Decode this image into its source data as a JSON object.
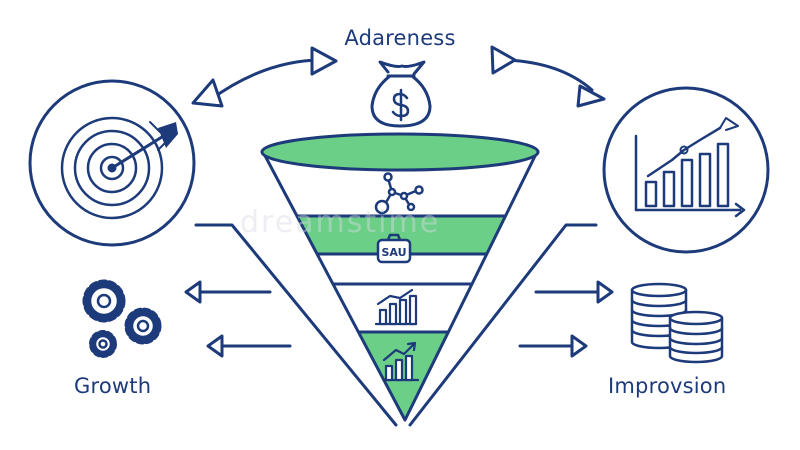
{
  "diagram": {
    "labels": {
      "top": "Adareness",
      "left": "Growth",
      "right": "Improvsion"
    },
    "badge_text": "SAU",
    "watermark": "dreamstime",
    "colors": {
      "stroke": "#1d3a7a",
      "fill_green": "#6ccf87",
      "fill_white": "#ffffff"
    },
    "icons": {
      "top": "money-bag-icon",
      "left_circle": "target-arrow-icon",
      "right_circle": "bar-chart-growth-icon",
      "left_bottom": "gears-icon",
      "right_bottom": "coin-stacks-icon",
      "funnel_layer_1": "network-nodes-icon",
      "funnel_layer_2": "sau-badge-icon",
      "funnel_layer_3": "bar-chart-icon",
      "funnel_layer_4": "trend-chart-icon"
    }
  }
}
